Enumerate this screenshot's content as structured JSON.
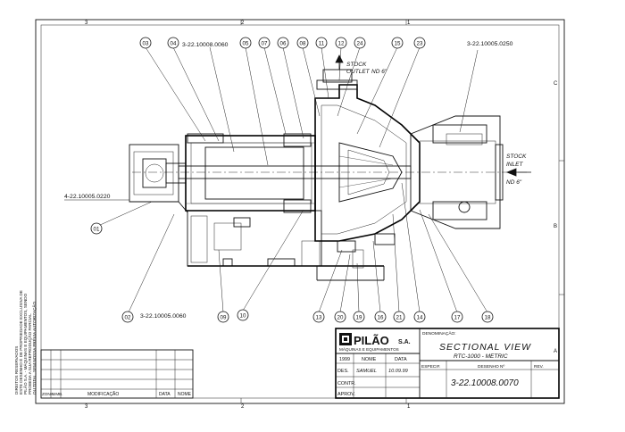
{
  "balloons": [
    "03",
    "04",
    "05",
    "07",
    "06",
    "08",
    "11",
    "12",
    "24",
    "15",
    "23",
    "01",
    "02",
    "09",
    "10",
    "13",
    "20",
    "19",
    "16",
    "21",
    "14",
    "17",
    "18"
  ],
  "callouts": {
    "top_ref": "3-22.10008.0060",
    "right_ref": "3-22.10005.0250",
    "left_ref": "4-22.10005.0220",
    "bottom_ref": "3-22.10005.0060",
    "stock_outlet": [
      "STOCK",
      "OUTLET",
      "ND 6\""
    ],
    "stock_inlet": [
      "STOCK",
      "INLET",
      "ND 6\""
    ]
  },
  "side_note": [
    "DIREITOS RESERVADOS",
    "ESTE DESENHO É DE PROPRIEDADE EXCLUSIVA DE",
    "PILÃO S.A. - MÁQUINAS E EQUIPAMENTOS, SENDO",
    "PROIBIDA A SUA REPRODUÇÃO PARCIAL",
    "OU TOTAL, SEM NOSSA PRÉVIA AUTORIZAÇÃO."
  ],
  "frame": {
    "top_numbers": [
      "3",
      "2",
      "1"
    ],
    "right_letters": [
      "C",
      "B",
      "A"
    ]
  },
  "title_block": {
    "company": "PILÃO",
    "company_suffix": "S.A.",
    "company_sub": "MÁQUINAS E EQUIPAMENTOS",
    "year": "1999",
    "col_nome": "NOME",
    "col_data": "DATA",
    "row_des": "DES.",
    "designer": "SAMUEL",
    "date": "10.09.99",
    "row_contr": "CONTR.",
    "row_aprov": "APROV.",
    "label_denominacao": "DENOMINAÇÃO:",
    "title": "SECTIONAL VIEW",
    "subtitle": "RTC-1000 - METRIC",
    "label_especif": "ESPECIF.",
    "label_desenho": "DESENHO Nº",
    "label_rev": "REV.",
    "drawing_number": "3-22.10008.0070"
  },
  "revision_block": {
    "col_zona": "ZONA",
    "col_simb": "SIMB.",
    "col_modificacao": "MODIFICAÇÃO",
    "col_data": "DATA",
    "col_nome": "NOME"
  }
}
